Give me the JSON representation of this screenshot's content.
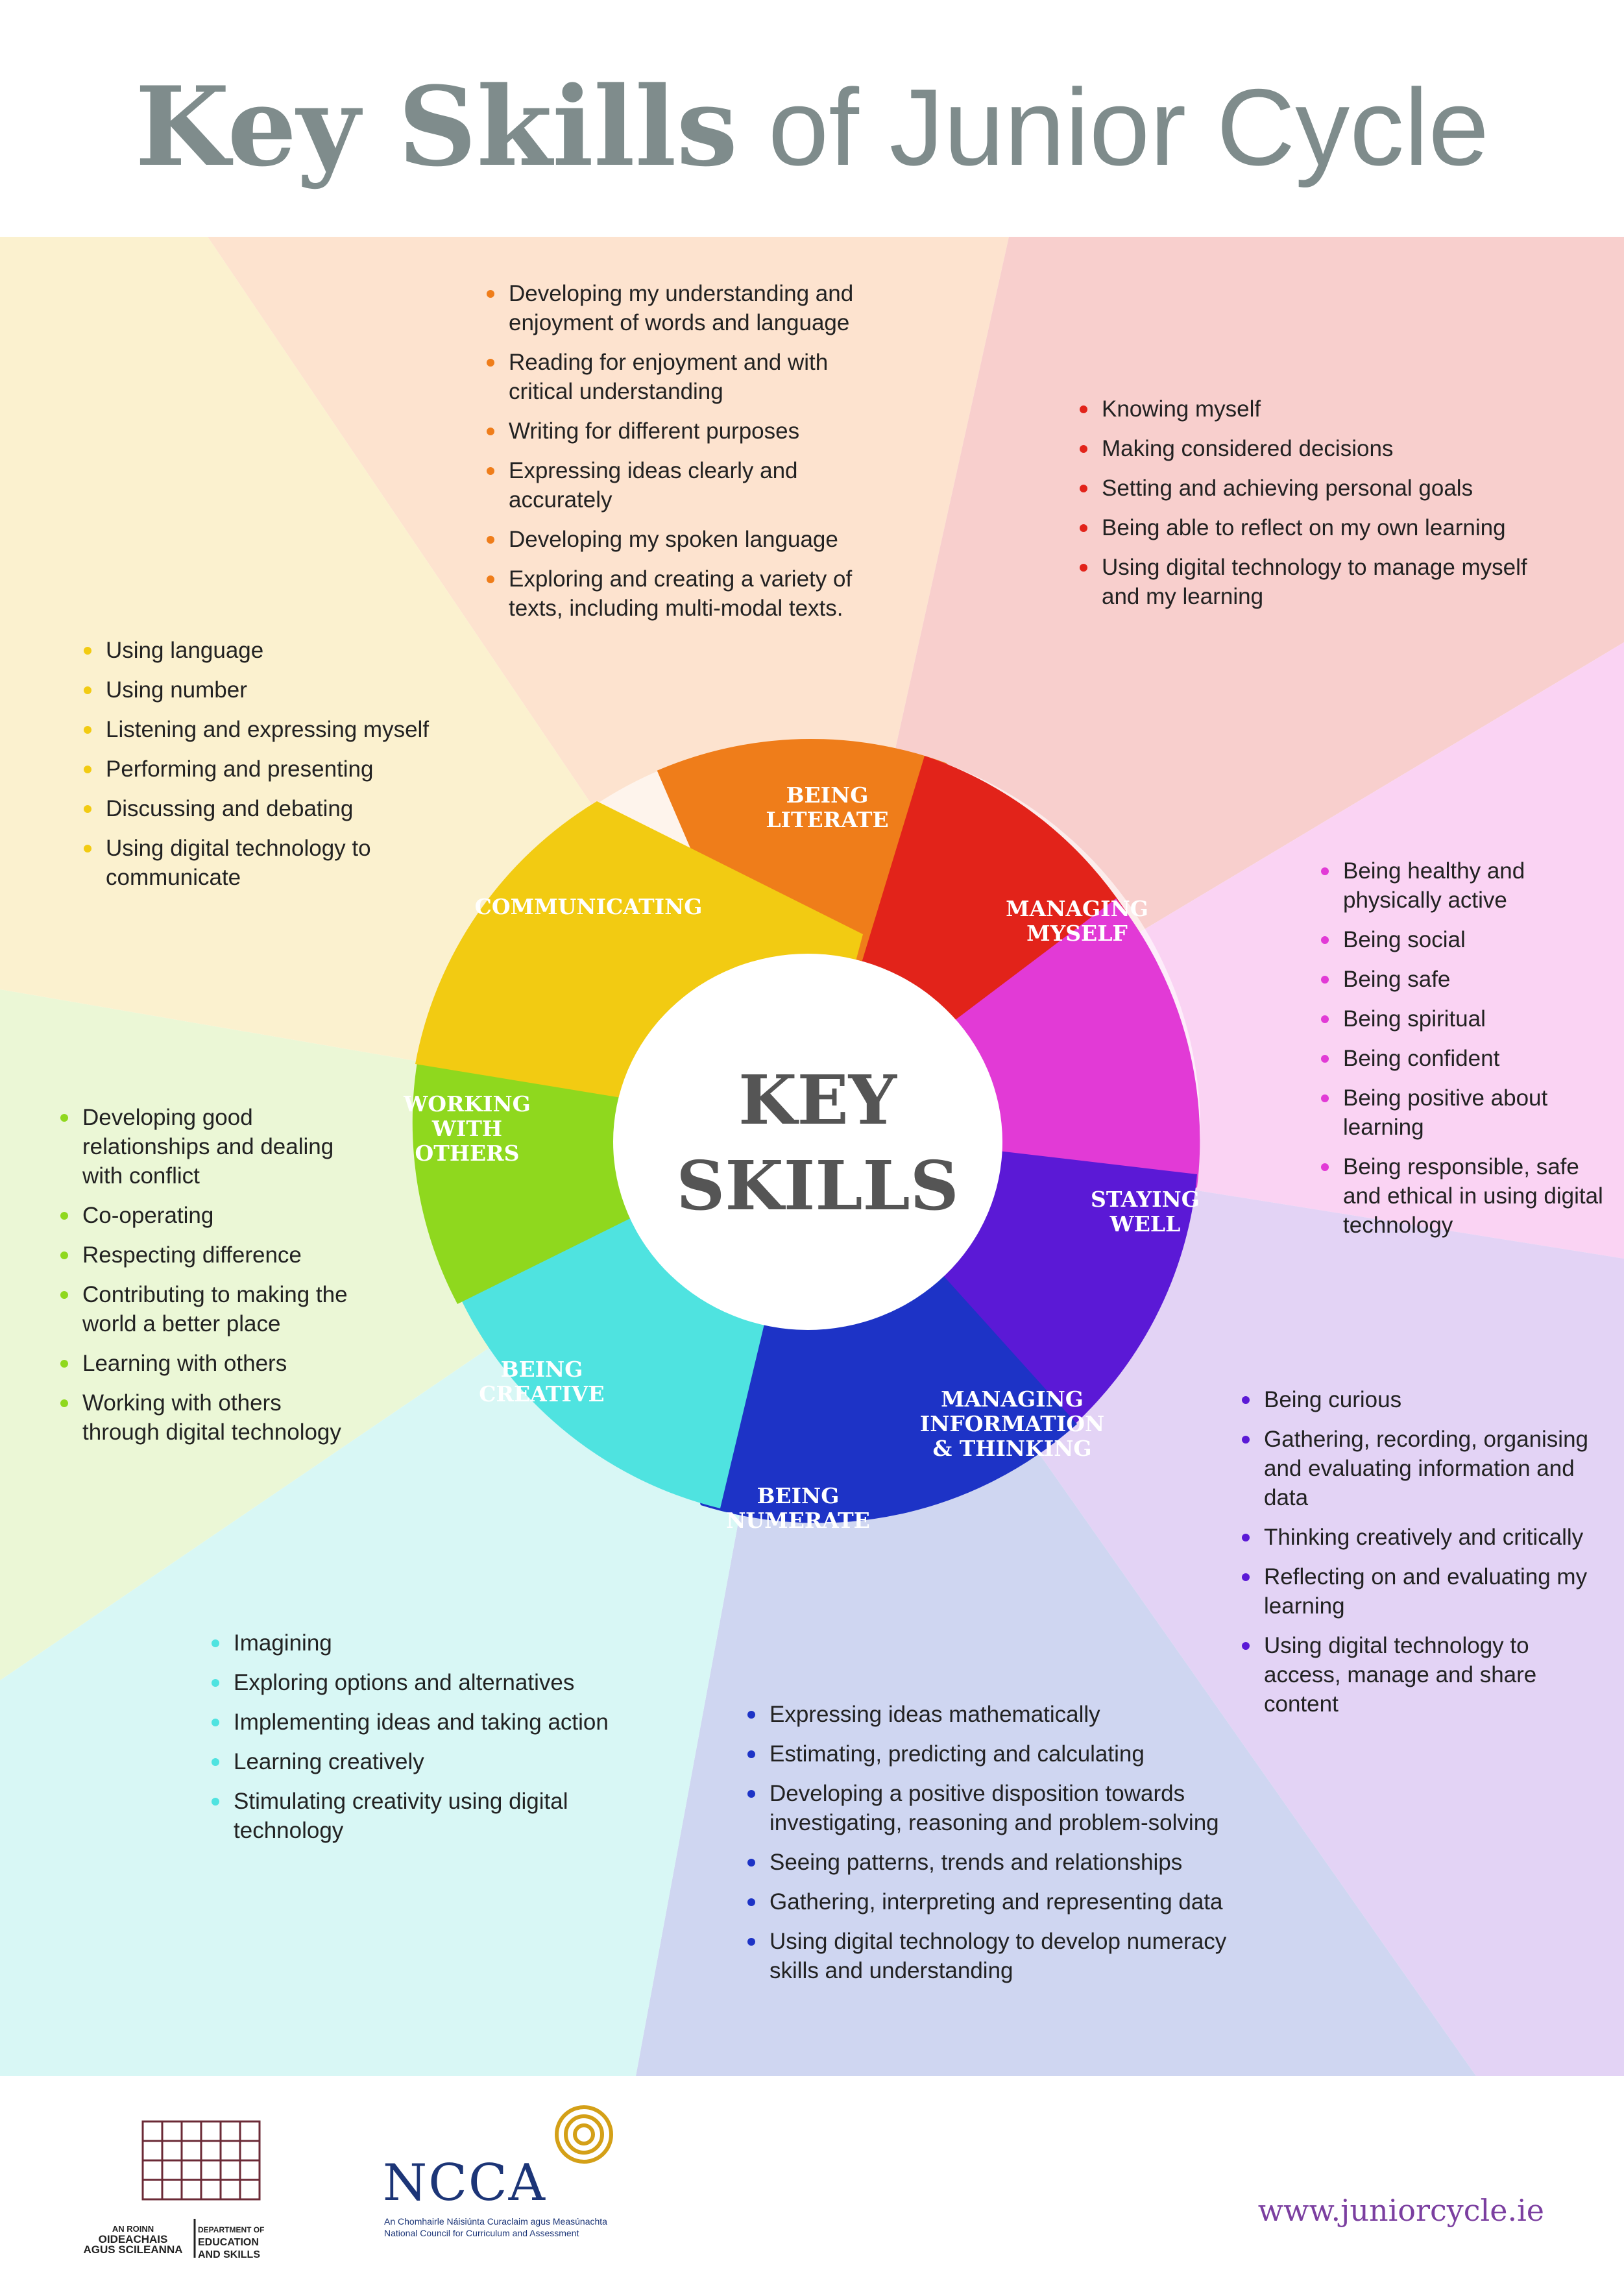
{
  "title": {
    "bold": "Key Skills",
    "light": "of Junior Cycle"
  },
  "center": {
    "line1": "KEY",
    "line2": "SKILLS"
  },
  "colors": {
    "title": "#7f8c8c",
    "being_literate": "#ef7d1a",
    "managing_myself": "#e2231a",
    "staying_well": "#e23ad6",
    "managing_information": "#5b19d6",
    "being_numerate": "#1d33c6",
    "being_creative": "#4fe3e0",
    "working_with_others": "#8fd81e",
    "communicating": "#f2cb12",
    "url": "#7b3fa0"
  },
  "segments": [
    {
      "label": "BEING\nLITERATE"
    },
    {
      "label": "MANAGING\nMYSELF"
    },
    {
      "label": "STAYING\nWELL"
    },
    {
      "label": "MANAGING\nINFORMATION\n& THINKING"
    },
    {
      "label": "BEING\nNUMERATE"
    },
    {
      "label": "BEING\nCREATIVE"
    },
    {
      "label": "WORKING\nWITH\nOTHERS"
    },
    {
      "label": "COMMUNICATING"
    }
  ],
  "panels": {
    "being_literate": [
      "Developing my understanding and enjoyment of words and language",
      "Reading for enjoyment and with critical understanding",
      "Writing for different purposes",
      "Expressing ideas clearly and accurately",
      "Developing my spoken language",
      "Exploring and creating a variety of texts, including multi-modal texts."
    ],
    "managing_myself": [
      "Knowing myself",
      "Making considered decisions",
      "Setting and achieving personal goals",
      "Being able to reflect on my own learning",
      "Using digital technology to manage myself and my learning"
    ],
    "communicating": [
      "Using language",
      "Using number",
      "Listening and expressing myself",
      "Performing and presenting",
      "Discussing and debating",
      "Using digital technology to communicate"
    ],
    "staying_well": [
      "Being healthy and physically active",
      "Being social",
      "Being safe",
      "Being spiritual",
      "Being confident",
      "Being positive about learning",
      "Being responsible, safe and ethical in using digital technology"
    ],
    "working_with_others": [
      "Developing good relationships and dealing with conflict",
      "Co-operating",
      "Respecting difference",
      "Contributing to making the world a better place",
      "Learning with others",
      "Working with others through digital technology"
    ],
    "managing_information": [
      "Being curious",
      "Gathering, recording, organising and evaluating information and data",
      "Thinking creatively and critically",
      "Reflecting on and evaluating my learning",
      "Using digital technology to access, manage and share content"
    ],
    "being_creative": [
      "Imagining",
      "Exploring options and alternatives",
      "Implementing ideas and taking action",
      "Learning creatively",
      "Stimulating creativity using digital technology"
    ],
    "being_numerate": [
      "Expressing ideas mathematically",
      "Estimating, predicting and calculating",
      "Developing a positive disposition towards investigating, reasoning and problem-solving",
      "Seeing patterns, trends and relationships",
      "Gathering, interpreting and representing data",
      "Using digital technology to develop numeracy skills and understanding"
    ]
  },
  "footer": {
    "dept_irish_1": "AN ROINN",
    "dept_irish_2": "OIDEACHAIS",
    "dept_irish_3": "AGUS SCILEANNA",
    "dept_english_1": "DEPARTMENT OF",
    "dept_english_2": "EDUCATION",
    "dept_english_3": "AND SKILLS",
    "ncca": "NCCA",
    "ncca_sub_1": "An Chomhairle Náisiúnta Curaclaim agus Measúnachta",
    "ncca_sub_2": "National Council for Curriculum and Assessment",
    "url": "www.juniorcycle.ie"
  }
}
